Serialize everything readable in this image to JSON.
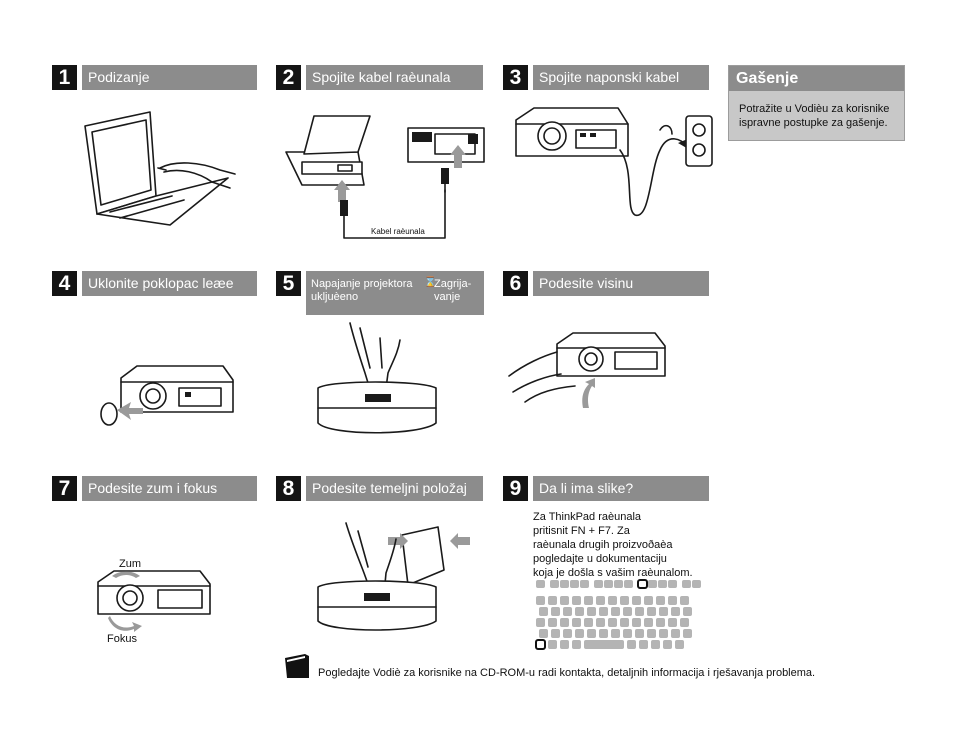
{
  "steps": [
    {
      "number": "1",
      "title": "Podizanje"
    },
    {
      "number": "2",
      "title": "Spojite kabel raèunala"
    },
    {
      "number": "3",
      "title": "Spojite naponski kabel"
    },
    {
      "number": "4",
      "title": "Uklonite poklopac leæe"
    },
    {
      "number": "5",
      "title_line1": "Napajanje projektora",
      "title_line2": "ukljuèeno",
      "warm_line1": "Zagrija-",
      "warm_line2": "vanje",
      "hourglass": "⌛"
    },
    {
      "number": "6",
      "title": "Podesite visinu"
    },
    {
      "number": "7",
      "title": "Podesite zum i fokus"
    },
    {
      "number": "8",
      "title": "Podesite temeljni položaj"
    },
    {
      "number": "9",
      "title": "Da li ima slike?"
    }
  ],
  "shutdown": {
    "title": "Gašenje",
    "line1": "Potražite u Vodièu za korisnike",
    "line2": "ispravne postupke za gašenje."
  },
  "step2_cable_label": "Kabel raèunala",
  "step7_labels": {
    "zoom": "Zum",
    "focus": "Fokus"
  },
  "step9_text": [
    "Za ThinkPad raèunala",
    "pritisnit FN + F7. Za",
    "raèunala drugih proizvoðaèa",
    "pogledajte u dokumentaciju",
    "koja je došla s vašim raèunalom."
  ],
  "footer": "Pogledajte Vodiè za korisnike na CD-ROM-u radi kontakta, detaljnih informacija i rješavanja problema.",
  "colors": {
    "bar": "#8c8c8c",
    "number_box": "#141414",
    "shutdown_bg": "#c8c8c8",
    "key": "#b4b4b4"
  },
  "icons": [
    "laptop-icon",
    "projector-icon",
    "power-outlet-icon",
    "lens-cap-icon",
    "hand-icon",
    "keyboard-icon",
    "book-icon"
  ]
}
